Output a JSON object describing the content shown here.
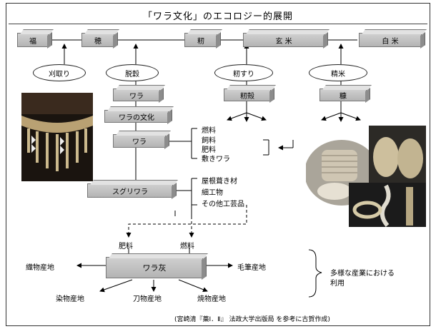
{
  "title": "「ワラ文化」のエコロジー的展開",
  "top_boxes": [
    "福",
    "穂",
    "籾",
    "玄 米",
    "白 米"
  ],
  "processes": [
    "刈取り",
    "脱穀",
    "籾すり",
    "精米"
  ],
  "middle_boxes": {
    "wara": "ワラ",
    "momigara": "籾殻",
    "nuka": "糠",
    "wara_bunka": "ワラの文化",
    "wara2": "ワラ",
    "suguri": "スグリワラ",
    "wara_bai": "ワラ灰"
  },
  "wara_uses": [
    "燃料",
    "飼料",
    "肥料",
    "敷きワラ"
  ],
  "suguri_uses": [
    "屋根葺き材",
    "細工物",
    "その他工芸品"
  ],
  "ash_inputs": [
    "肥料",
    "燃料"
  ],
  "regions": [
    "織物産地",
    "毛筆産地",
    "染物産地",
    "刀物産地",
    "焼物産地"
  ],
  "industry_note": [
    "多様な産業における",
    "利用"
  ],
  "source_note": "(宮崎清『藁Ⅰ．Ⅱ』 法政大学出版局 を参考に古賀作成)"
}
